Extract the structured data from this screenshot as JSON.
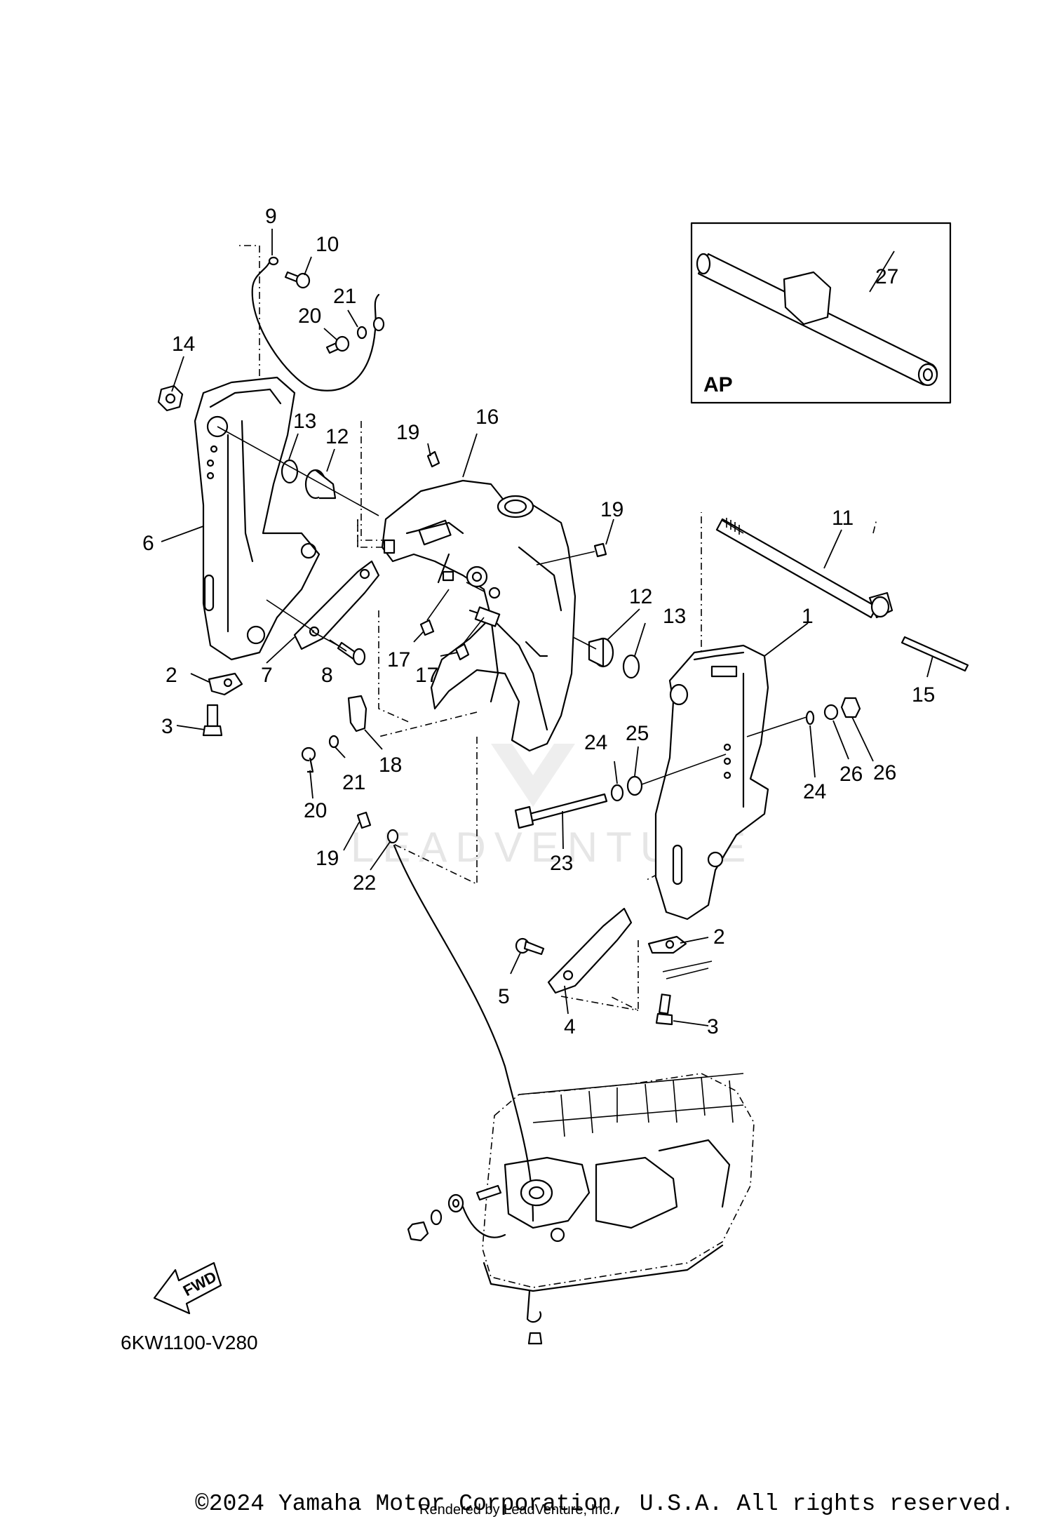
{
  "diagram": {
    "part_numbers": [
      "1",
      "2",
      "2",
      "3",
      "3",
      "4",
      "5",
      "6",
      "7",
      "8",
      "9",
      "10",
      "11",
      "12",
      "12",
      "13",
      "13",
      "14",
      "15",
      "16",
      "17",
      "17",
      "18",
      "19",
      "19",
      "19",
      "20",
      "20",
      "21",
      "21",
      "22",
      "23",
      "24",
      "24",
      "25",
      "26",
      "26",
      "27"
    ],
    "inset_label": "AP",
    "inset_part_number": "27",
    "fwd_label": "FWD",
    "diagram_code": "6KW1100-V280",
    "watermark_text": "LEADVENTURE",
    "copyright": "©2024 Yamaha Motor Corporation, U.S.A. All rights reserved.",
    "rendered_by": "Rendered by LeadVenture, Inc."
  }
}
